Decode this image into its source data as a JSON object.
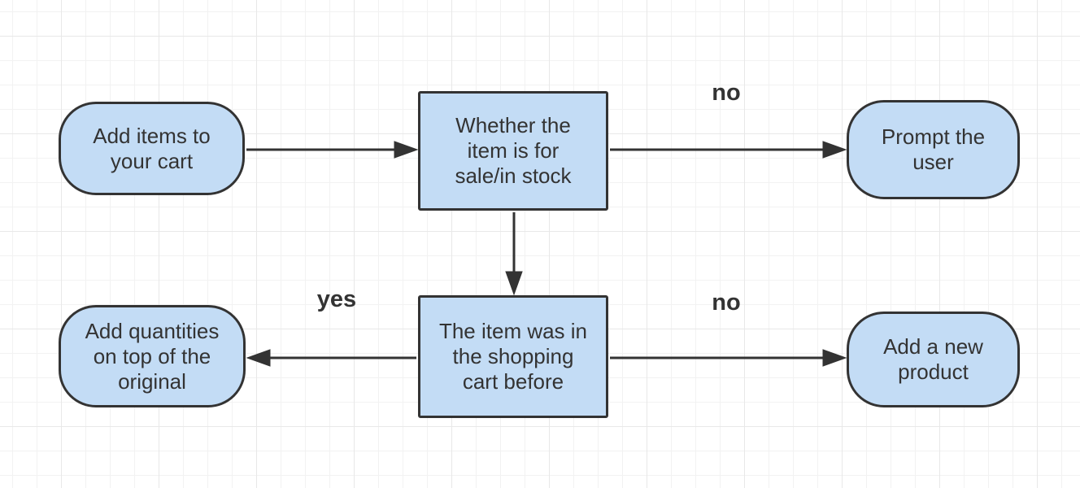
{
  "diagram": {
    "colors": {
      "node_fill": "#c3dcf5",
      "node_border": "#333333",
      "arrow": "#333333",
      "text": "#333333",
      "edge_label_text": "#333333",
      "grid_minor": "#f2f2f2",
      "grid_major": "#e8e8e8",
      "background": "#ffffff"
    },
    "nodes": [
      {
        "id": "add-items",
        "type": "terminator",
        "label": "Add items to\nyour cart"
      },
      {
        "id": "check-stock",
        "type": "process",
        "label": "Whether the\nitem is for\nsale/in stock"
      },
      {
        "id": "prompt-user",
        "type": "terminator",
        "label": "Prompt the\nuser"
      },
      {
        "id": "check-cart",
        "type": "process",
        "label": "The item was in\nthe shopping\ncart before"
      },
      {
        "id": "add-quantities",
        "type": "terminator",
        "label": "Add quantities\non top of the\noriginal"
      },
      {
        "id": "add-product",
        "type": "terminator",
        "label": "Add a new\nproduct"
      }
    ],
    "edges": [
      {
        "from": "add-items",
        "to": "check-stock",
        "label": ""
      },
      {
        "from": "check-stock",
        "to": "prompt-user",
        "label": "no"
      },
      {
        "from": "check-stock",
        "to": "check-cart",
        "label": ""
      },
      {
        "from": "check-cart",
        "to": "add-quantities",
        "label": "yes"
      },
      {
        "from": "check-cart",
        "to": "add-product",
        "label": "no"
      }
    ]
  }
}
